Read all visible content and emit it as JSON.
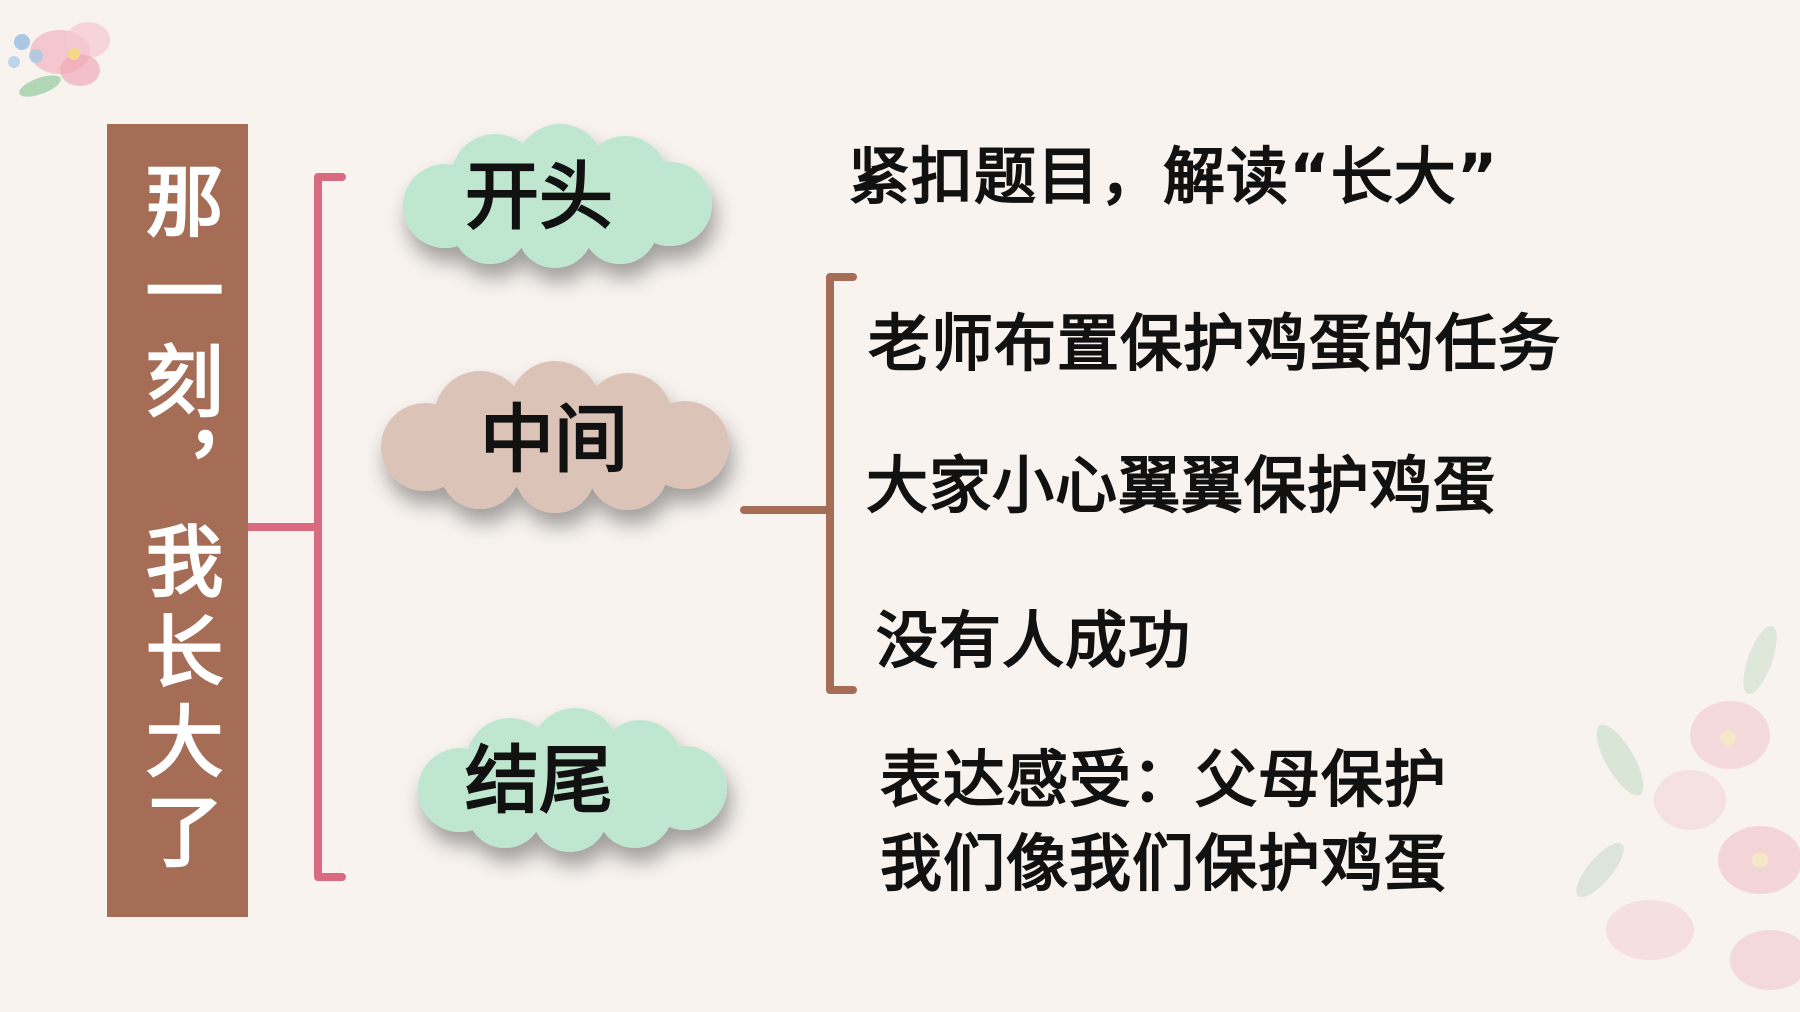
{
  "title": "那一刻，我长大了",
  "sections": {
    "opening": {
      "label": "开头",
      "cloud_color": "#bfe6cf",
      "detail": "紧扣题目，解读“长大”"
    },
    "middle": {
      "label": "中间",
      "cloud_color": "#dcc3b8",
      "details": [
        "老师布置保护鸡蛋的任务",
        "大家小心翼翼保护鸡蛋",
        "没有人成功"
      ]
    },
    "ending": {
      "label": "结尾",
      "cloud_color": "#bfe6cf",
      "detail_lines": [
        "表达感受：父母保护",
        "我们像我们保护鸡蛋"
      ]
    }
  },
  "colors": {
    "title_bar": "#a56d56",
    "main_bracket": "#d96a80",
    "sub_bracket": "#a56d56",
    "background": "#f8f3ef"
  }
}
